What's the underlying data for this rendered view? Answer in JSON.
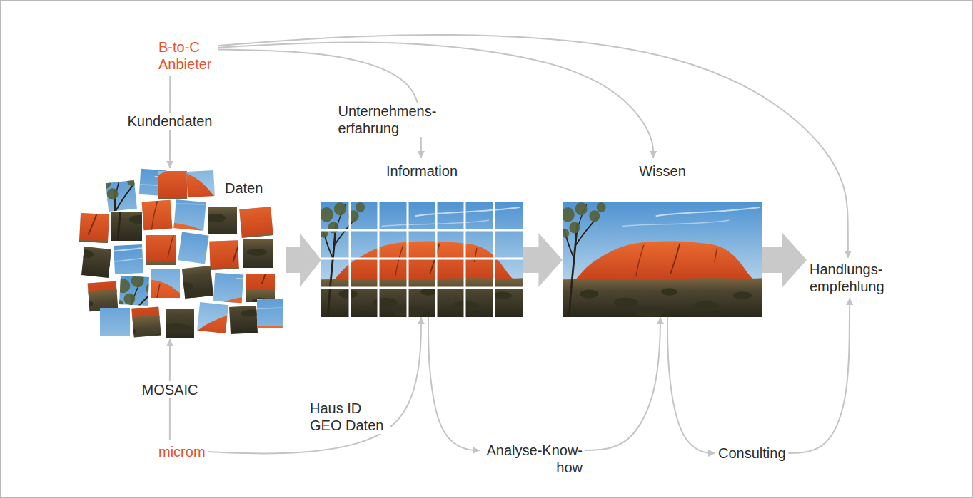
{
  "diagram": {
    "nodes": [
      {
        "text": [
          "B-to-C Anbieter"
        ]
      },
      {
        "text": [
          "Daten"
        ]
      },
      {
        "text": [
          "Information"
        ]
      },
      {
        "text": [
          "Wissen"
        ]
      },
      {
        "text": [
          "Handlungs- empfehlung"
        ]
      },
      {
        "text": [
          "microm"
        ]
      },
      {
        "text": [
          "Analyse-Know- how"
        ]
      },
      {
        "text": [
          "Consulting"
        ]
      }
    ],
    "edges": [
      {
        "from": 0,
        "to": 1,
        "arrow": "to",
        "label": "Kundendaten"
      },
      {
        "from": 0,
        "to": 2,
        "arrow": "to",
        "label": "Unternehmens- erfahrung"
      },
      {
        "from": 0,
        "to": 3,
        "arrow": "to"
      },
      {
        "from": 0,
        "to": 4,
        "arrow": "to"
      },
      {
        "from": 1,
        "to": 2,
        "arrow": "to"
      },
      {
        "from": 2,
        "to": 3,
        "arrow": "to"
      },
      {
        "from": 3,
        "to": 4,
        "arrow": "to"
      },
      {
        "from": 5,
        "to": 1,
        "arrow": "to",
        "label": "MOSAIC"
      },
      {
        "from": 5,
        "to": 2,
        "arrow": "to",
        "label": "Haus ID GEO Daten"
      },
      {
        "from": 2,
        "to": 6,
        "arrow": "to"
      },
      {
        "from": 6,
        "to": 3,
        "arrow": "to"
      },
      {
        "from": 3,
        "to": 7,
        "arrow": "to"
      },
      {
        "from": 7,
        "to": 4,
        "arrow": "to"
      }
    ]
  }
}
